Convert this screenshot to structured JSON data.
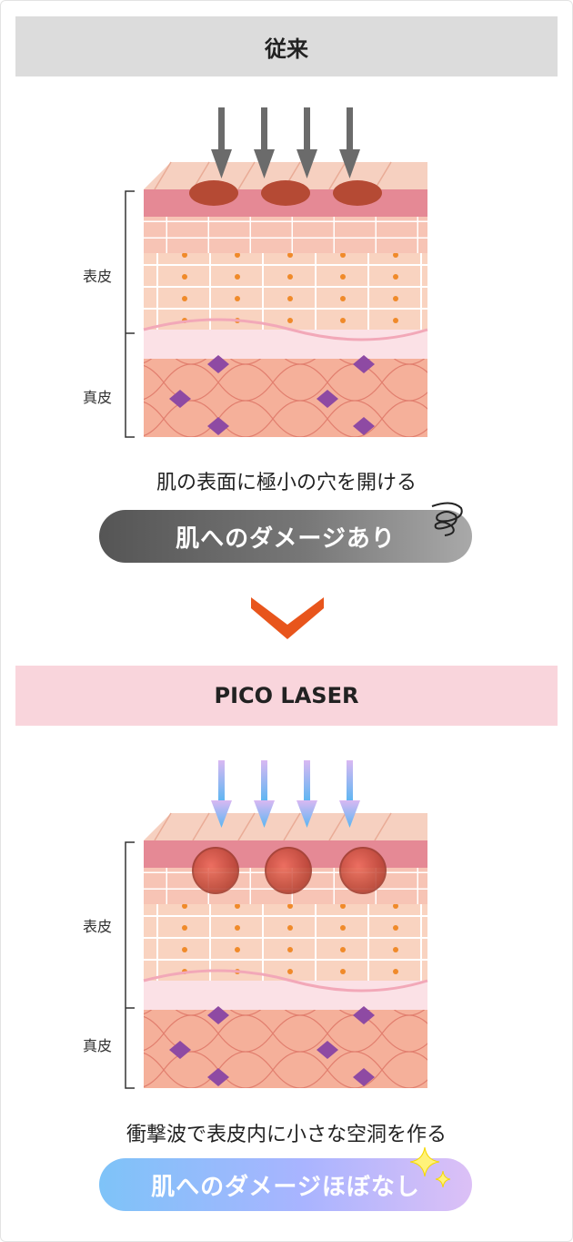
{
  "conventional": {
    "header": "従来",
    "labels": {
      "epidermis": "表皮",
      "dermis": "真皮"
    },
    "caption": "肌の表面に極小の穴を開ける",
    "badge": "肌へのダメージあり",
    "badge_icon": "scribble-icon"
  },
  "divider_icon": "chevron-down-icon",
  "pico": {
    "header": "PICO LASER",
    "labels": {
      "epidermis": "表皮",
      "dermis": "真皮"
    },
    "caption": "衝撃波で表皮内に小さな空洞を作る",
    "badge": "肌へのダメージほぼなし",
    "badge_icon": "sparkle-icon"
  },
  "colors": {
    "header_gray": "#dcdcdc",
    "header_pink": "#f9d5dc",
    "chevron": "#e8551c",
    "arrow_gray": "#6b6b6b",
    "arrow_blue": "#5ab6f2",
    "skin_top": "#f3c4b2",
    "skin_cell": "#f7c4b5",
    "dermis": "#f5b09a",
    "fiber": "#d9695c",
    "nucleus_orange": "#f08a2a",
    "dermis_cell": "#8e4aa3"
  }
}
